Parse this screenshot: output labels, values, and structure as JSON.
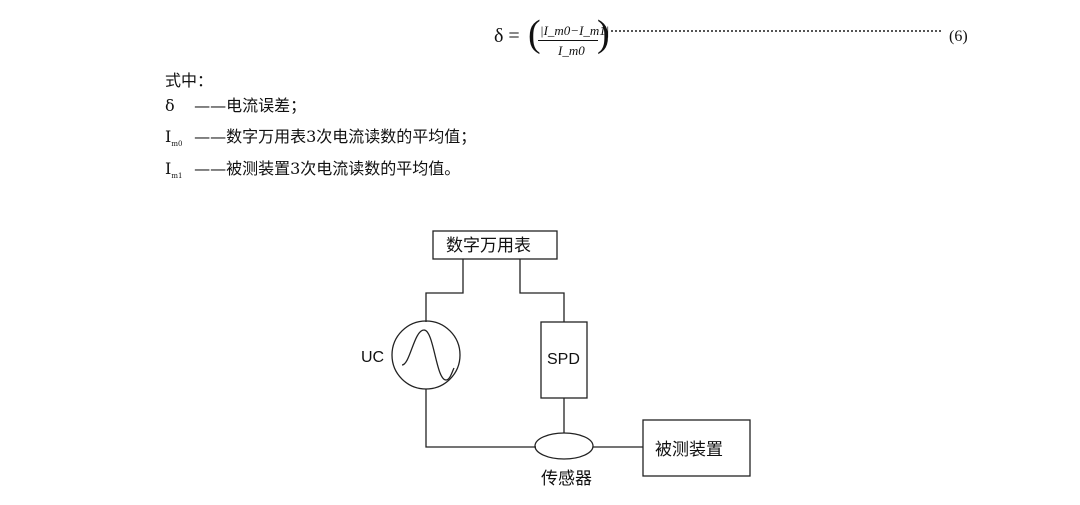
{
  "formula": {
    "lhs": "δ =",
    "numerator": "|I_m0−I_m1|",
    "denominator": "I_m0",
    "equation_number": "(6)"
  },
  "legend": {
    "heading": "式中：",
    "items": [
      {
        "symbol": "δ",
        "sub": "",
        "dash": "——",
        "text": "电流误差；"
      },
      {
        "symbol": "I",
        "sub": "m0",
        "dash": "——",
        "text": "数字万用表3次电流读数的平均值；"
      },
      {
        "symbol": "I",
        "sub": "m1",
        "dash": "——",
        "text": "被测装置3次电流读数的平均值。"
      }
    ]
  },
  "diagram": {
    "multimeter": "数字万用表",
    "spd": "SPD",
    "source": "UC",
    "sensor": "传感器",
    "device": "被测装置"
  }
}
